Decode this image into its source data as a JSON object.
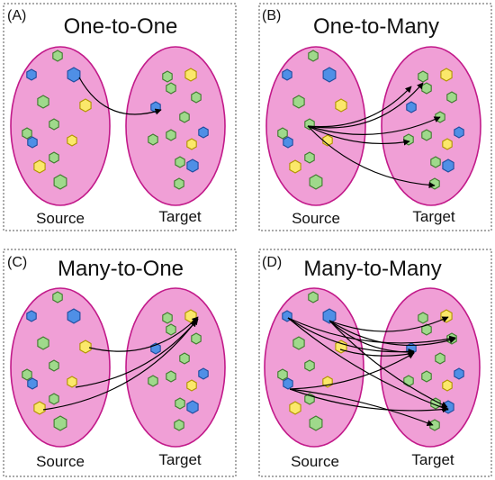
{
  "colors": {
    "oval_fill": "#f09fd6",
    "oval_stroke": "#c21a8a",
    "node_green_fill": "#9fd98b",
    "node_green_stroke": "#3f7a2e",
    "node_blue_fill": "#4f8fe6",
    "node_blue_stroke": "#1f4c9e",
    "node_yellow_fill": "#fbe86a",
    "node_yellow_stroke": "#b09400",
    "arrow": "#000000"
  },
  "panels": [
    {
      "tag": "(A)",
      "title": "One-to-One",
      "source_label": "Source",
      "target_label": "Target"
    },
    {
      "tag": "(B)",
      "title": "One-to-Many",
      "source_label": "Source",
      "target_label": "Target"
    },
    {
      "tag": "(C)",
      "title": "Many-to-One",
      "source_label": "Source",
      "target_label": "Target"
    },
    {
      "tag": "(D)",
      "title": "Many-to-Many",
      "source_label": "Source",
      "target_label": "Target"
    }
  ]
}
